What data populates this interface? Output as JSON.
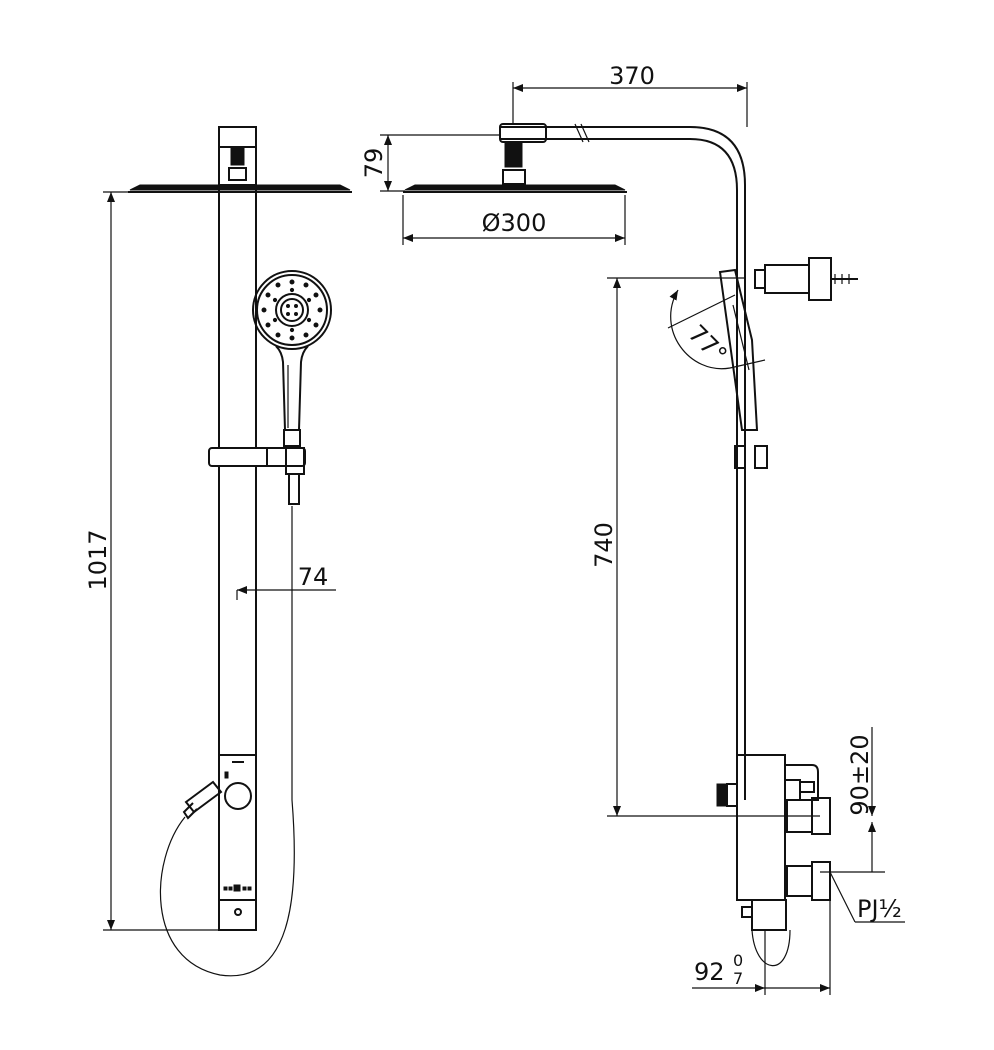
{
  "dimensions": {
    "total_height": "1017",
    "hand_shower_offset": "74",
    "arm_length": "370",
    "head_height": "79",
    "head_diameter": "Ø300",
    "bracket_height": "740",
    "tilt_angle": "77°",
    "inlet_spacing": "90±20",
    "inlet_thread": "PJ½",
    "wall_offset_main": "92",
    "wall_offset_tol_upper": "0",
    "wall_offset_tol_lower": "7"
  },
  "colors": {
    "line": "#111111",
    "background": "#ffffff"
  }
}
